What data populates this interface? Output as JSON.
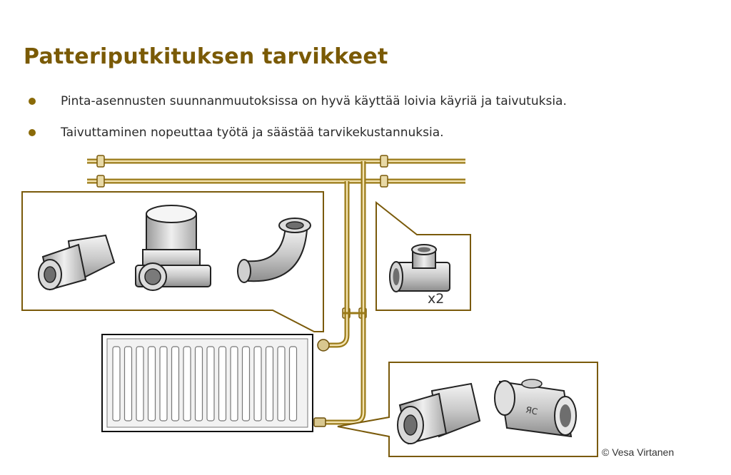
{
  "title": "Patteriputkituksen tarvikkeet",
  "bullets": [
    "Pinta-asennusten suunnanmuutoksissa on hyvä käyttää loivia käyriä ja taivutuksia.",
    "Taivuttaminen nopeuttaa työtä ja säästää tarvikekustannuksia."
  ],
  "tee_fitting_count": "x2",
  "valve_marking": "ЯC",
  "copyright": "© Vesa Virtanen",
  "colors": {
    "title": "#7a5a05",
    "pipe": "#9a7a18",
    "frame": "#7a5a0a",
    "bullet": "#8a6a08"
  },
  "icons": [
    "compression-fitting-icon",
    "thermostatic-valve-icon",
    "elbow-fitting-icon",
    "tee-fitting-icon",
    "ball-valve-icon",
    "radiator-icon"
  ]
}
